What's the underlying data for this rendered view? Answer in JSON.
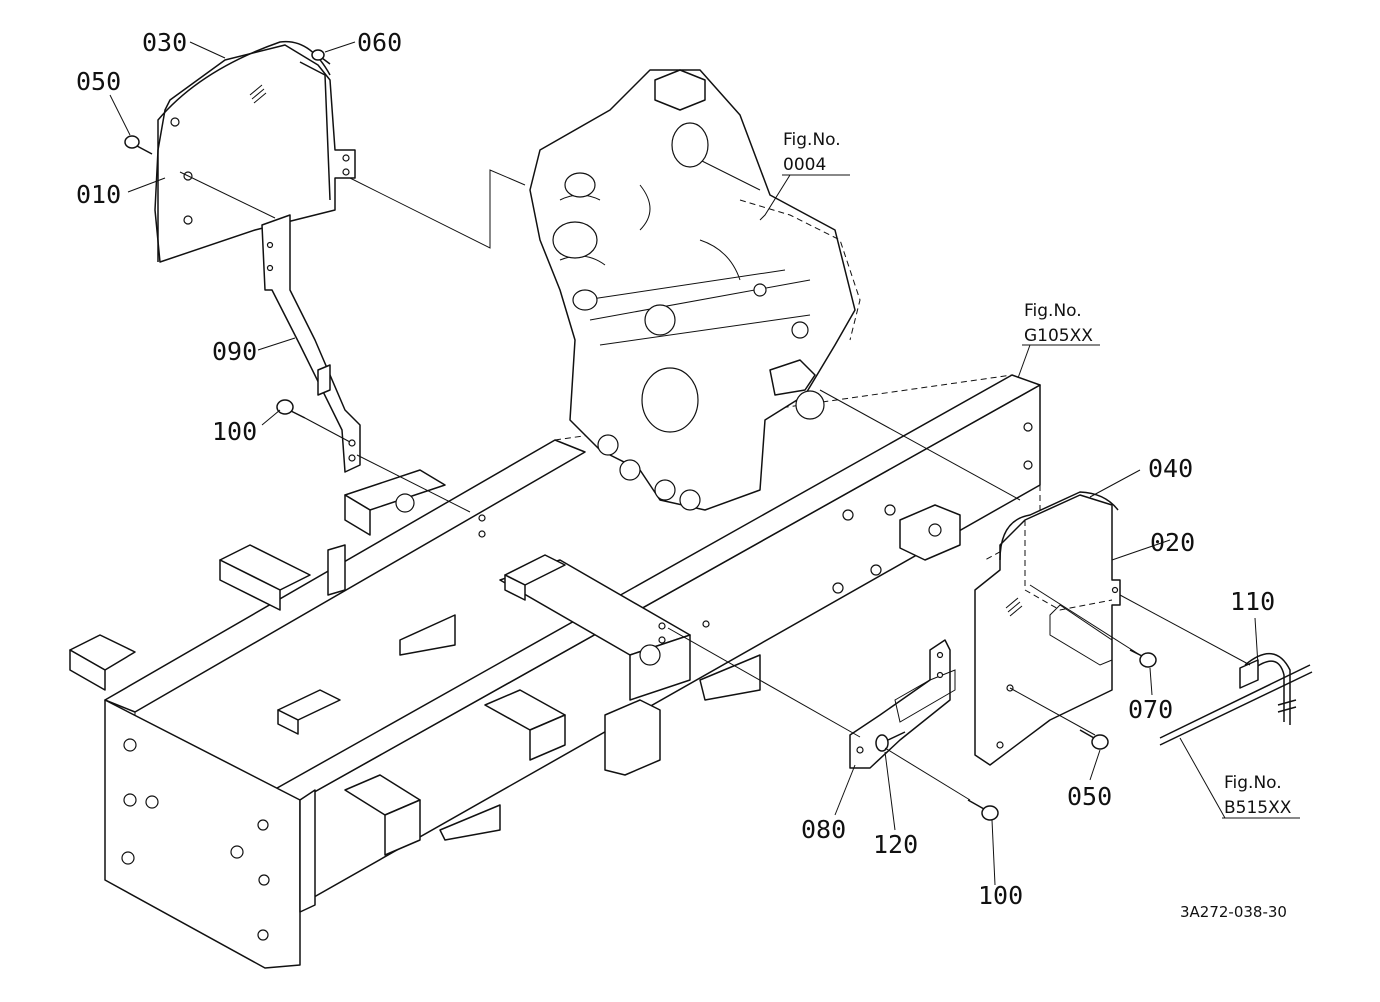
{
  "callouts": {
    "c010": "010",
    "c020": "020",
    "c030": "030",
    "c040": "040",
    "c050a": "050",
    "c050b": "050",
    "c060": "060",
    "c070": "070",
    "c080": "080",
    "c090": "090",
    "c100a": "100",
    "c100b": "100",
    "c110": "110",
    "c120": "120"
  },
  "figure_refs": {
    "engine": {
      "prefix": "Fig.No.",
      "number": "0004"
    },
    "frame": {
      "prefix": "Fig.No.",
      "number": "G105XX"
    },
    "hose": {
      "prefix": "Fig.No.",
      "number": "B515XX"
    }
  },
  "diagram_code": "3A272-038-30"
}
